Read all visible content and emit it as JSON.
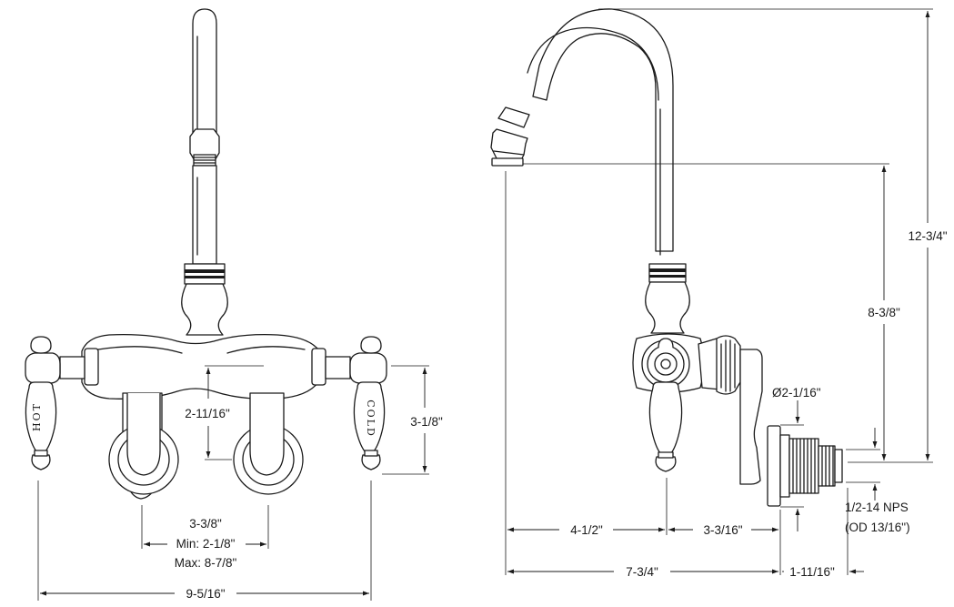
{
  "front_view": {
    "dims": {
      "handle_height": "3-1/8\"",
      "body_to_inlet": "2-11/16\"",
      "inlet_spacing": "3-3/8\"",
      "inlet_min": "Min: 2-1/8\"",
      "inlet_max": "Max: 8-7/8\"",
      "overall_width": "9-5/16\""
    },
    "handles": {
      "left": "HOT",
      "right": "COLD"
    }
  },
  "side_view": {
    "dims": {
      "overall_height": "12-3/4\"",
      "spout_height": "8-3/8\"",
      "inlet_diameter": "Ø2-1/16\"",
      "thread": "1/2-14 NPS",
      "thread_od": "(OD 13/16\")",
      "spout_reach": "4-1/2\"",
      "body_to_wall": "3-3/16\"",
      "overall_reach": "7-3/4\"",
      "inlet_length": "1-11/16\""
    }
  }
}
